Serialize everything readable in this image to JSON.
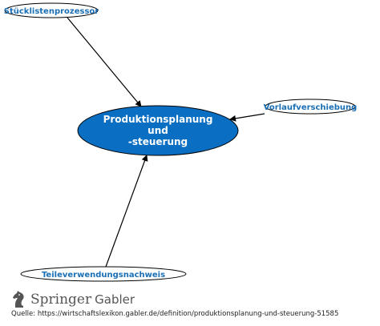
{
  "diagram": {
    "center": {
      "line1": "Produktionsplanung",
      "line2": "und",
      "line3": "-steuerung",
      "fill": "#0a6fc2"
    },
    "nodes": {
      "stuecklisten": "Stücklistenprozessor",
      "vorlauf": "Vorlaufverschiebung",
      "teilever": "Teileverwendungsnachweis"
    },
    "node_text_color": "#1a6fb5"
  },
  "footer": {
    "brand_springer": "Springer",
    "brand_gabler": "Gabler",
    "source_label": "Quelle:",
    "source_url": "https://wirtschaftslexikon.gabler.de/definition/produktionsplanung-und-steuerung-51585"
  }
}
